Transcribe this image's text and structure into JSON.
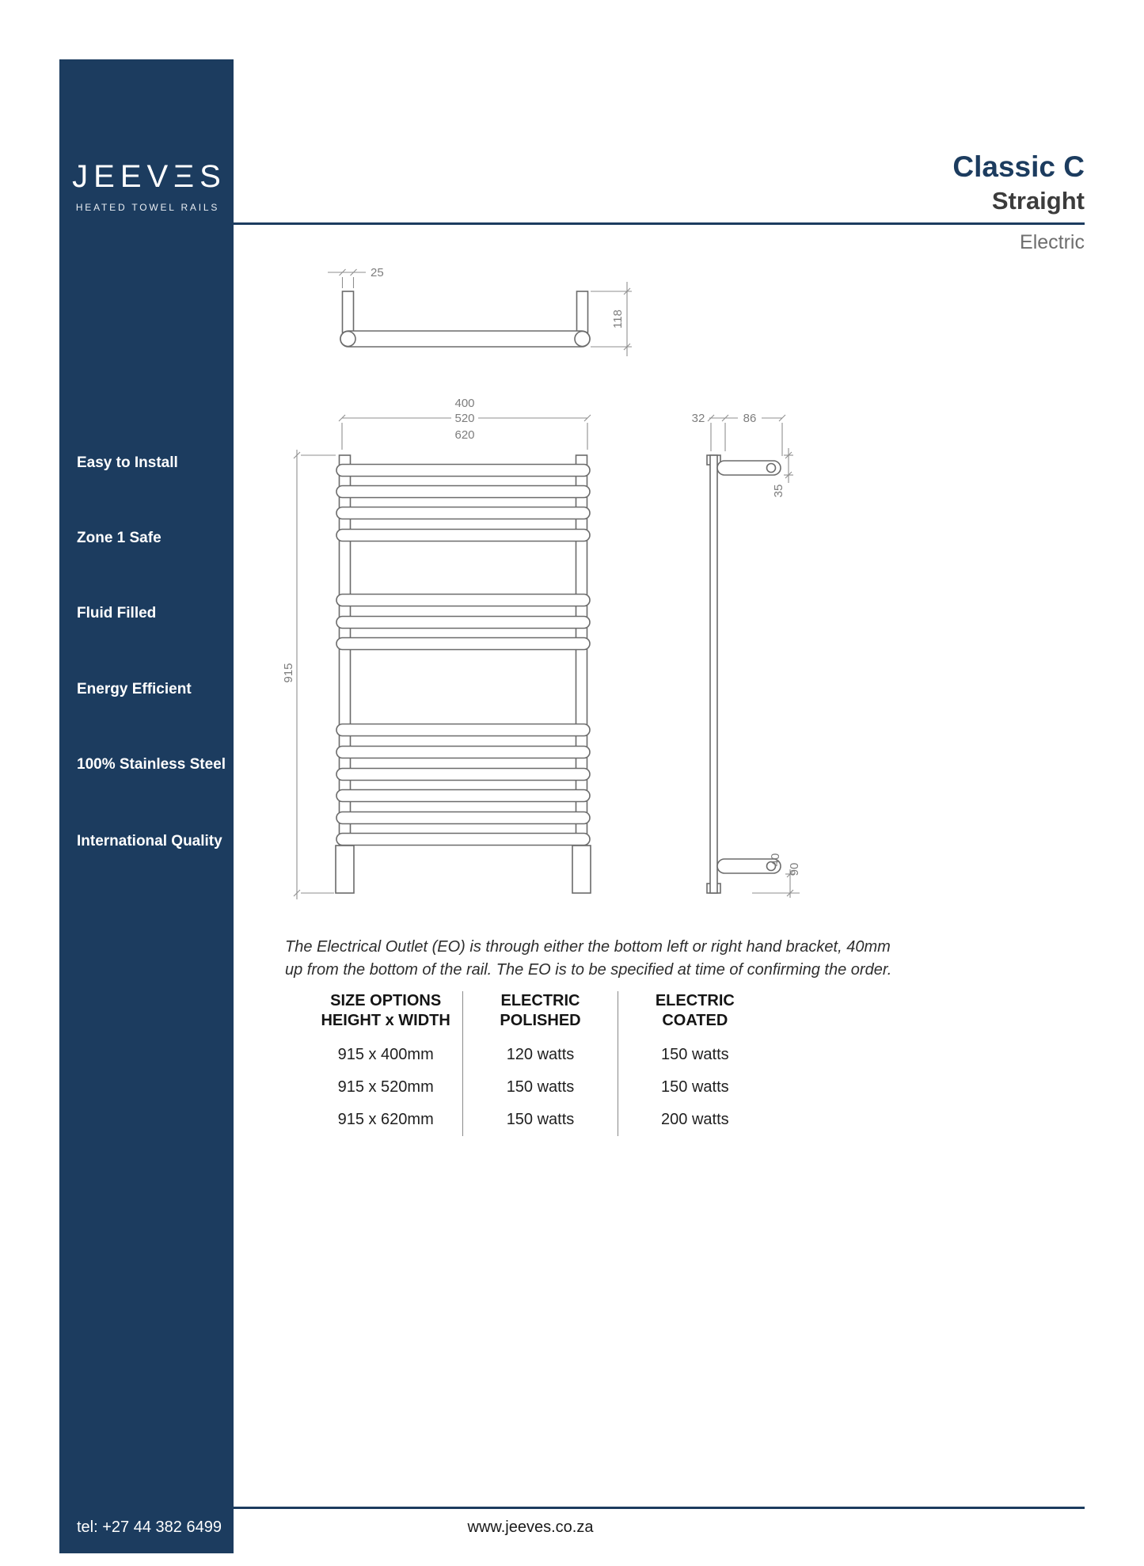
{
  "brand": {
    "logo": "JEEVΞS",
    "tagline": "HEATED TOWEL RAILS"
  },
  "header": {
    "title": "Classic C",
    "subtitle": "Straight",
    "type": "Electric"
  },
  "sidebar": {
    "features": [
      "Easy to Install",
      "Zone 1 Safe",
      "Fluid Filled",
      "Energy Efficient",
      "100% Stainless Steel",
      "International Quality"
    ]
  },
  "drawing": {
    "top_view": {
      "bracket_width": "25",
      "depth": "118"
    },
    "front_view": {
      "width_inner": "400",
      "width_mid": "520",
      "width_outer": "620",
      "height": "915"
    },
    "side_view": {
      "plate_depth": "32",
      "bracket_length": "86",
      "top_offset": "35",
      "eo_offset": "40",
      "bottom_offset": "90"
    }
  },
  "note": {
    "lines": [
      "The Electrical Outlet (EO) is through either the bottom left or right hand bracket, 40mm",
      "up from the bottom of the rail.  The EO is to be specified at time of confirming the order."
    ]
  },
  "table": {
    "headers": [
      {
        "line1": "SIZE OPTIONS",
        "line2": "HEIGHT x WIDTH"
      },
      {
        "line1": "ELECTRIC",
        "line2": "POLISHED"
      },
      {
        "line1": "ELECTRIC",
        "line2": "COATED"
      }
    ],
    "rows": [
      [
        "915 x 400mm",
        "120 watts",
        "150 watts"
      ],
      [
        "915 x 520mm",
        "150 watts",
        "150 watts"
      ],
      [
        "915 x 620mm",
        "150 watts",
        "200 watts"
      ]
    ]
  },
  "footer": {
    "tel": "tel: +27 44 382 6499",
    "website": "www.jeeves.co.za"
  }
}
